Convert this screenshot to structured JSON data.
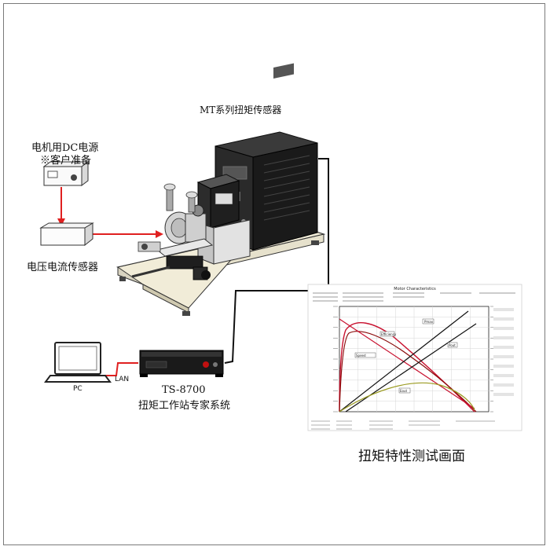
{
  "labels": {
    "sensor_title": "MT系列扭矩传感器",
    "dc_supply_line1": "电机用DC电源",
    "dc_supply_line2": "※客户准备",
    "vi_sensor": "电压电流传感器",
    "pc": "PC",
    "lan": "LAN",
    "ts_model": "TS-8700",
    "ts_name": "扭矩工作站专家系统",
    "screen_caption": "扭矩特性测试画面"
  },
  "chart": {
    "title": "Motor Characteristics",
    "curve_tags": [
      "Pmax",
      "Efficiency",
      "Speed",
      "Pout",
      "Eout"
    ]
  },
  "colors": {
    "cable_red": "#e02020",
    "cable_black": "#111111",
    "curve_red": "#c8102e",
    "curve_darkred": "#8a0a0a",
    "curve_black": "#111111",
    "curve_olive": "#9a9a20"
  }
}
